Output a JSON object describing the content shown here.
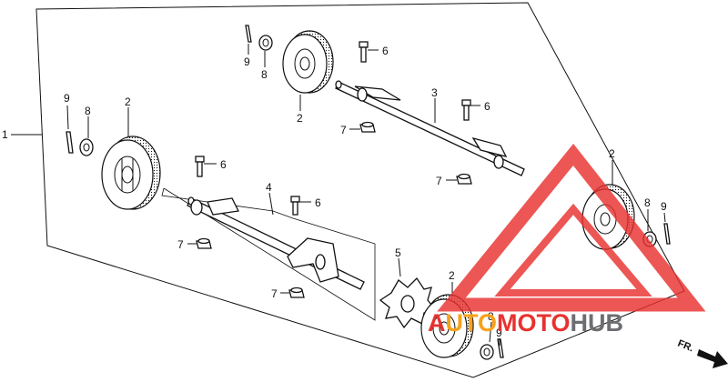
{
  "diagram": {
    "assembly_label": "1",
    "callouts": [
      "2",
      "3",
      "4",
      "5",
      "6",
      "7",
      "8",
      "9"
    ],
    "direction_label": "FR."
  },
  "watermark": {
    "prefix_letter": "A",
    "highlight": "UTO",
    "middle": "MOTO",
    "suffix": "HUB",
    "color_red": "#e8322f",
    "color_dark": "#6d6e71",
    "color_orange": "#f7a21b"
  }
}
